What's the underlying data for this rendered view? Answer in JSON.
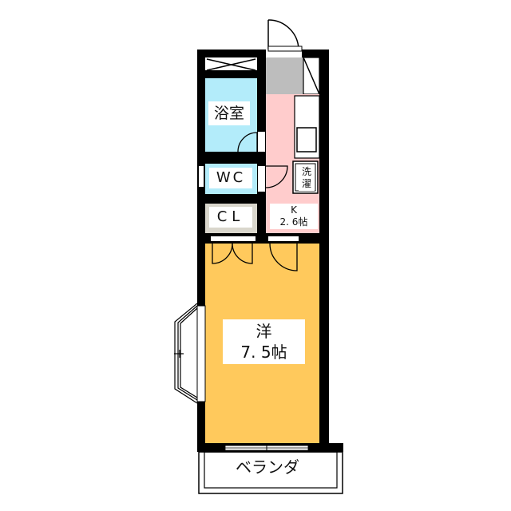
{
  "floorplan": {
    "rooms": {
      "bath": {
        "label": "浴室",
        "color": "#b3ecfa"
      },
      "wc": {
        "label": "WC",
        "color": "#b3ecfa"
      },
      "closet": {
        "label": "CL",
        "color": "#d9d6cc"
      },
      "entry": {
        "color": "#bdbdbd"
      },
      "kitchen": {
        "label_line1": "K",
        "label_line2": "2. 6帖",
        "color": "#ffcccc"
      },
      "laundry": {
        "label": "洗濯"
      },
      "western": {
        "label_line1": "洋",
        "label_line2": "7. 5帖",
        "color": "#ffc95c"
      },
      "veranda": {
        "label": "ベランダ",
        "color": "#ffffff"
      }
    },
    "wall_color": "#000000"
  }
}
